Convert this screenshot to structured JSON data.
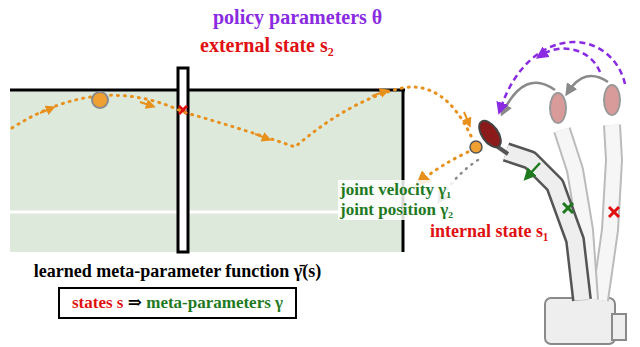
{
  "diagram": {
    "nodes": [
      {
        "text": [
          "learned meta-parameter function γ̄(s)",
          "states s",
          "⇒",
          "meta-parameters γ"
        ]
      }
    ],
    "labels": [
      "policy parameters θ",
      "external state s₂",
      "joint velocity γ₁",
      "joint position γ₂",
      "internal state s₁"
    ]
  }
}
